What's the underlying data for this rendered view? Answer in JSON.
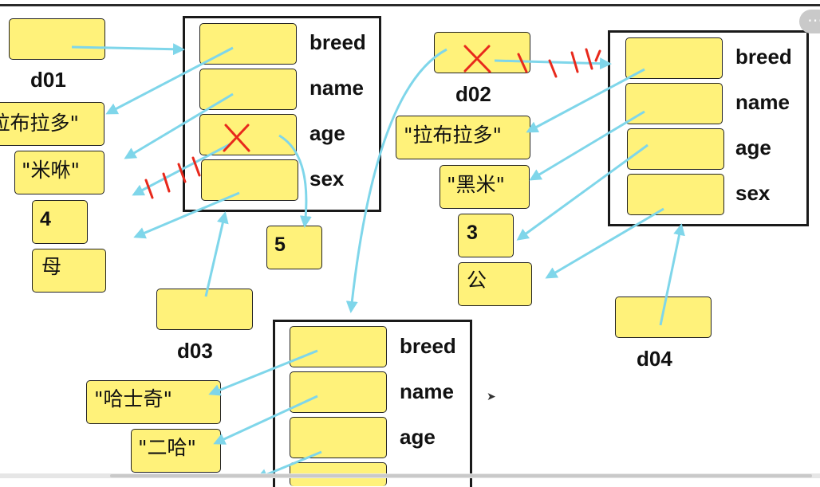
{
  "objects": {
    "obj1": {
      "fields": [
        "breed",
        "name",
        "age",
        "sex"
      ]
    },
    "obj2": {
      "fields": [
        "breed",
        "name",
        "age",
        "sex"
      ]
    },
    "obj3": {
      "fields": [
        "breed",
        "name",
        "age"
      ]
    }
  },
  "variables": {
    "d01": "d01",
    "d02": "d02",
    "d03": "d03",
    "d04": "d04"
  },
  "values": {
    "v1_breed": "\"拉布拉多\"",
    "v1_name": "\"米咻\"",
    "v1_age": "4",
    "v1_sex": "母",
    "v1_new_age": "5",
    "v2_breed": "\"拉布拉多\"",
    "v2_name": "\"黑米\"",
    "v2_age": "3",
    "v2_sex": "公",
    "v3_breed": "\"哈士奇\"",
    "v3_name": "\"二哈\""
  },
  "ui": {
    "menu_glyph": "⋯"
  },
  "colors": {
    "box_fill": "#fff27a",
    "arrow": "#7fd6ea",
    "cross": "#e8291c",
    "border": "#1a1a1a"
  }
}
